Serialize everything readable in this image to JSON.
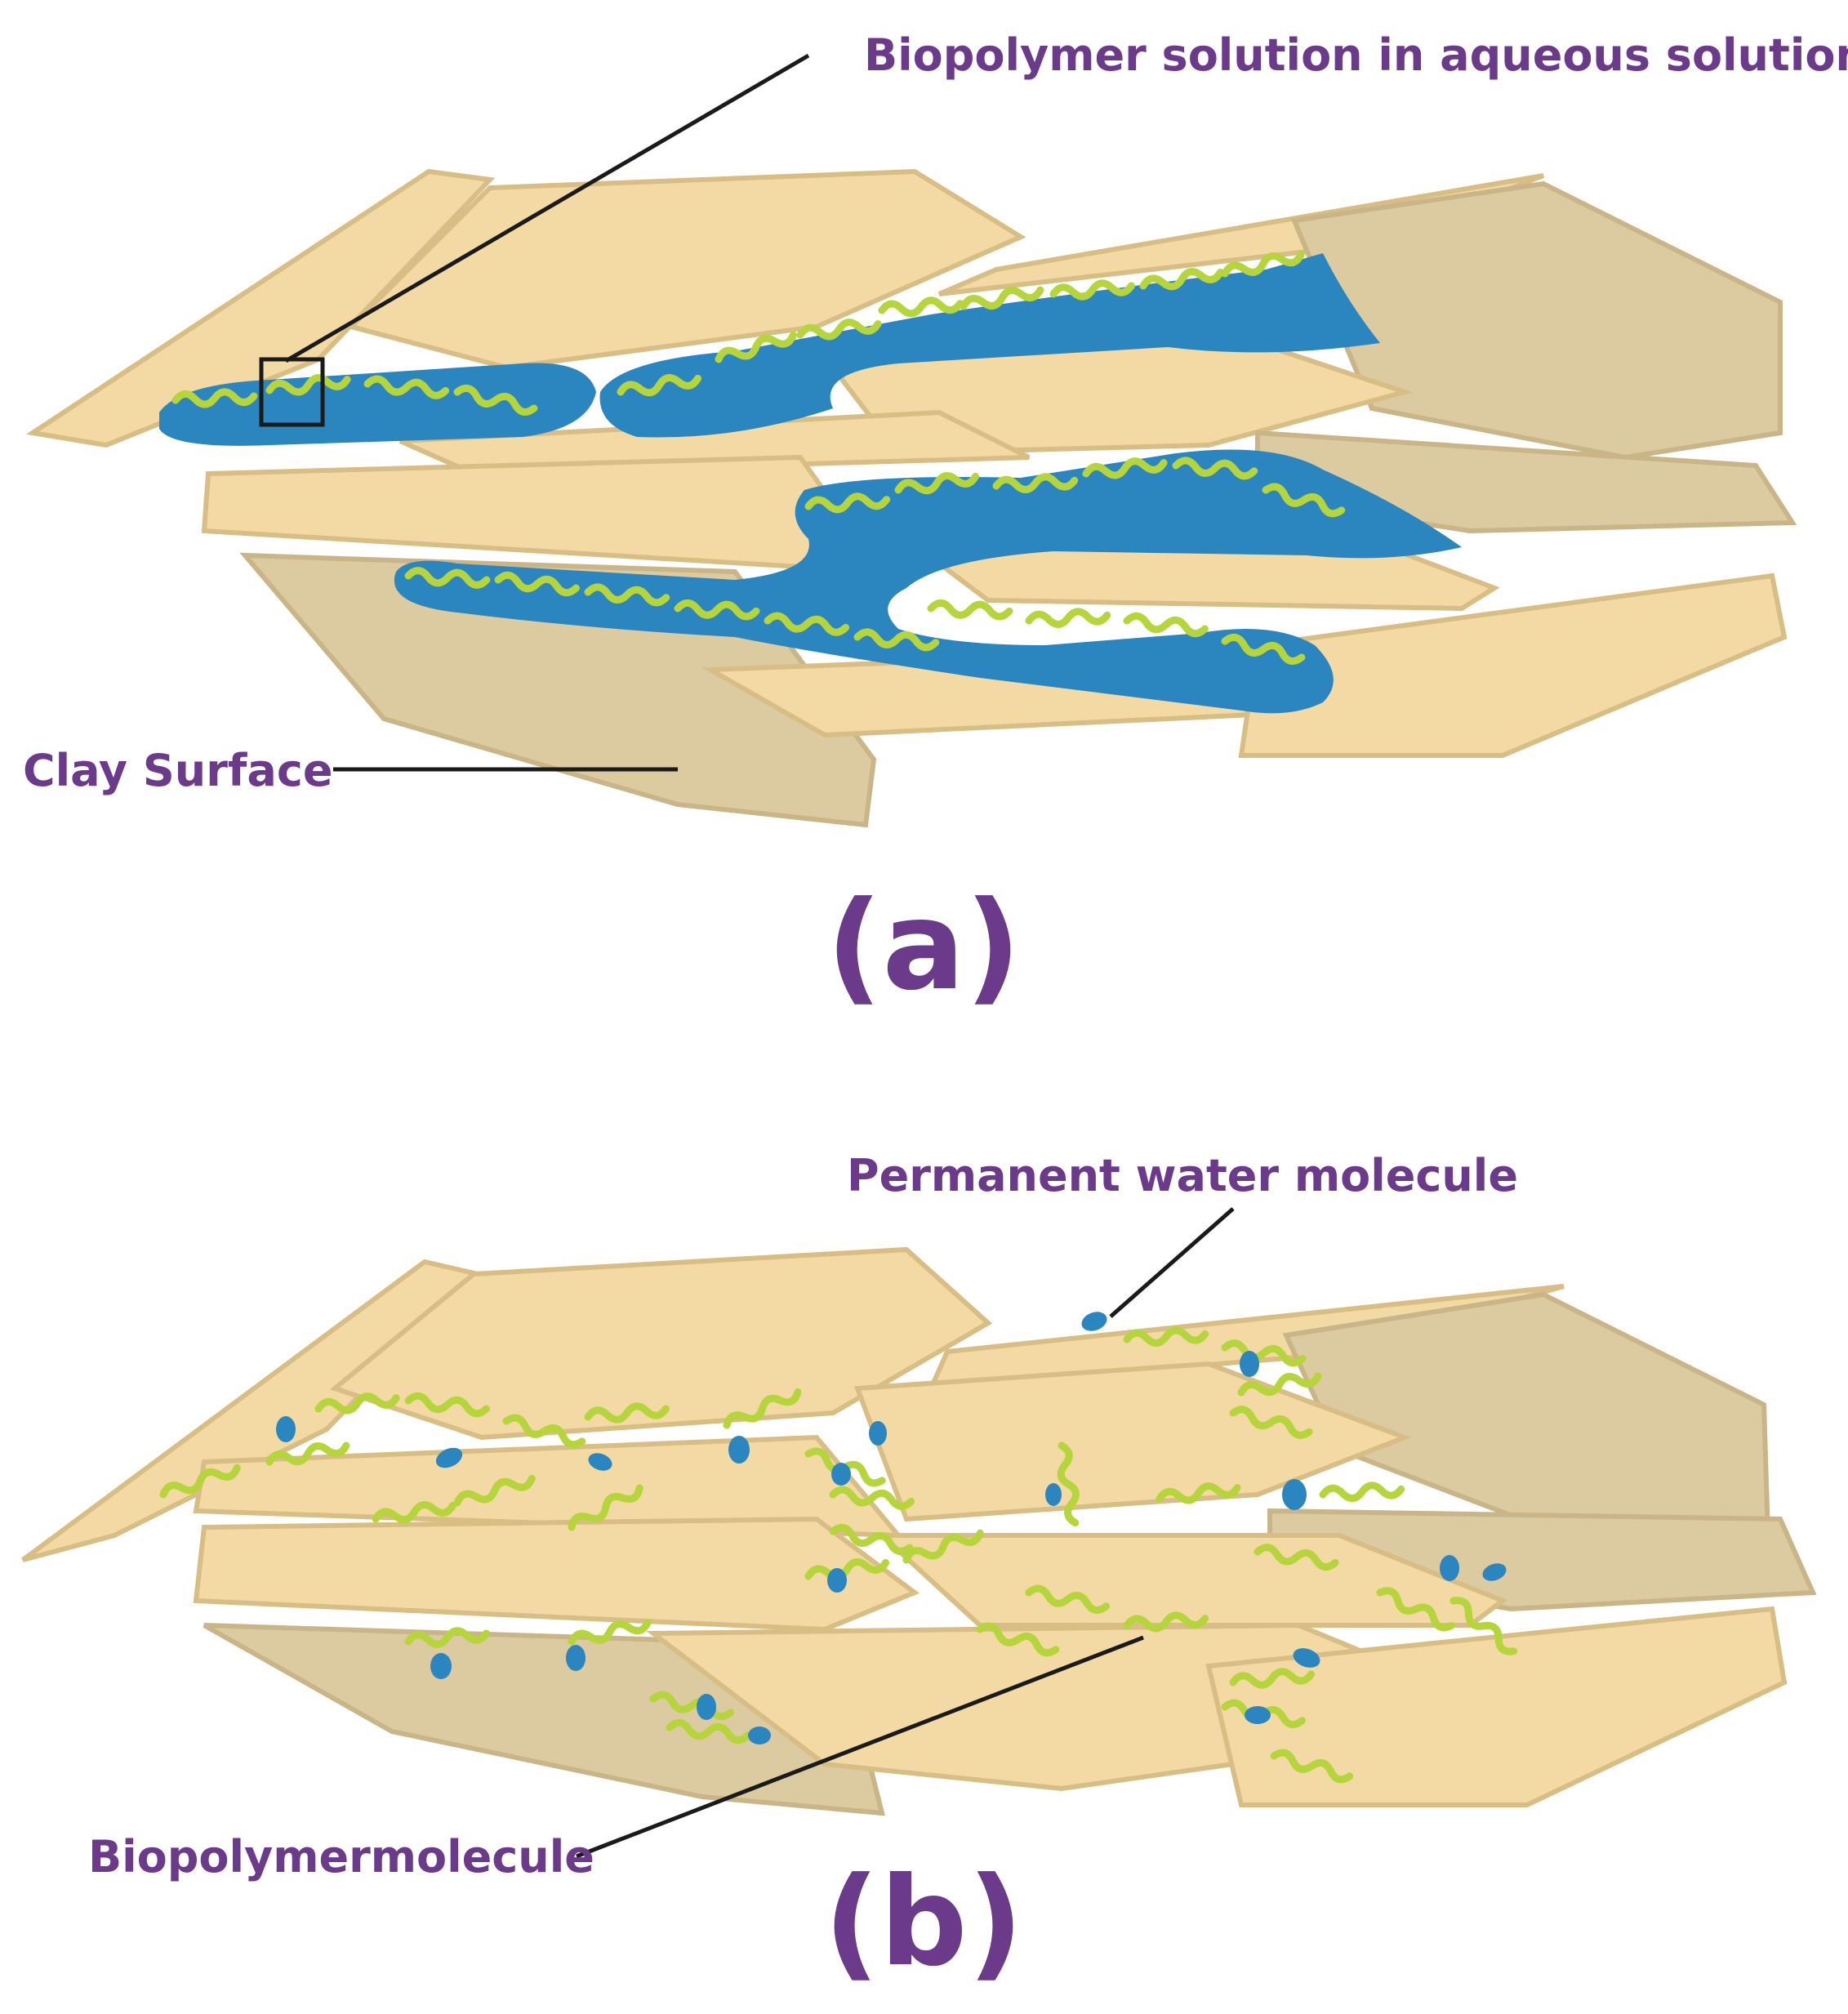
{
  "panel_a": {
    "label": "(a)",
    "annotation_solution": "Biopolymer solution in aqueous solution",
    "annotation_clay": "Clay Surface"
  },
  "panel_b": {
    "label": "(b)",
    "annotation_water": "Permanent water molecule",
    "annotation_biopolymer": "Biopolymermolecule"
  },
  "colors": {
    "clay_top": "#f3d9a4",
    "clay_edge": "#d8bd85",
    "clay_shaded": "#dccaa0",
    "water": "#2b86bf",
    "polymer": "#b6d53c",
    "label_text": "#6b3a8a",
    "leader_line": "#1a1a1a"
  }
}
